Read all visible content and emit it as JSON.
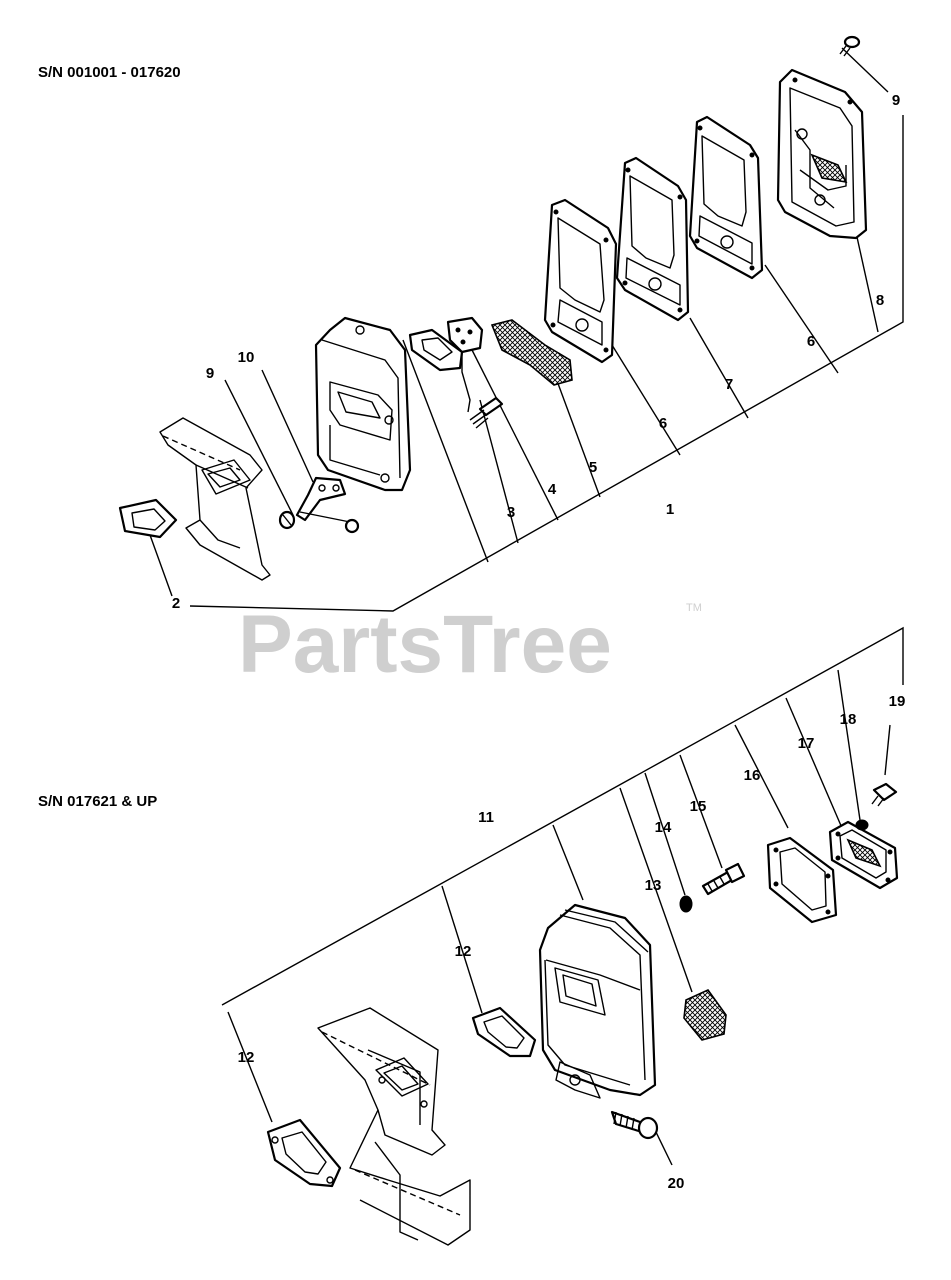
{
  "watermark": {
    "text": "PartsTree",
    "trademark": "TM"
  },
  "sections": [
    {
      "id": "upper",
      "serial": "S/N  001001 - 017620"
    },
    {
      "id": "lower",
      "serial": "S/N  017621 & UP"
    }
  ],
  "callouts": {
    "upper": [
      "9",
      "10",
      "2",
      "3",
      "4",
      "5",
      "6",
      "1",
      "7",
      "6",
      "8",
      "9"
    ],
    "lower": [
      "11",
      "12",
      "12",
      "13",
      "14",
      "15",
      "16",
      "17",
      "18",
      "19",
      "20"
    ]
  }
}
